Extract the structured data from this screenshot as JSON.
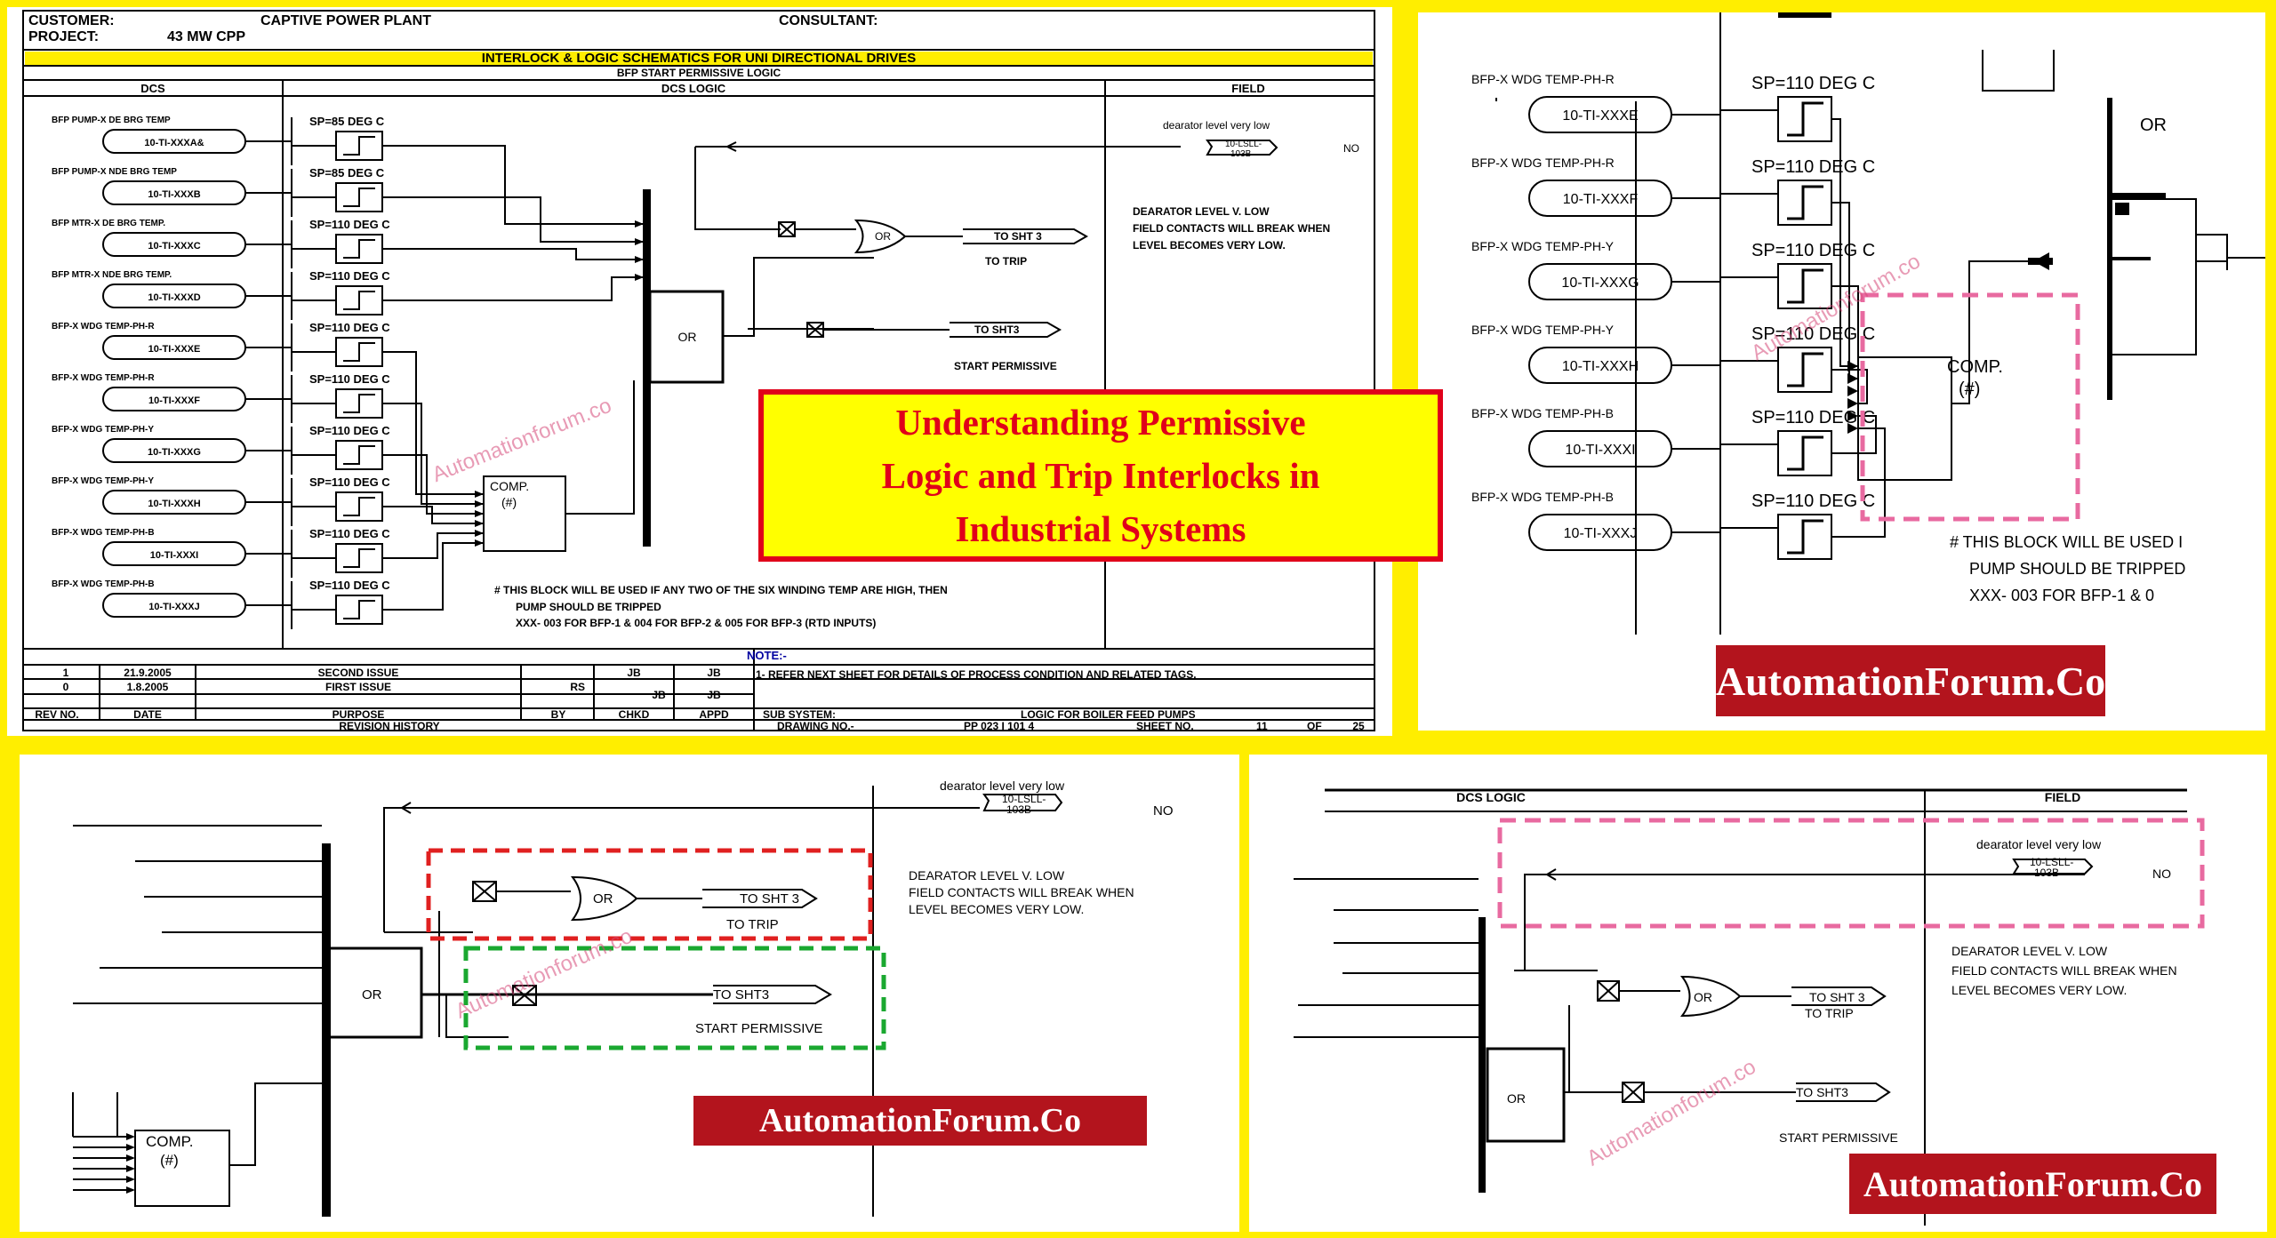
{
  "title": "Understanding Permissive\nLogic and Trip Interlocks in\nIndustrial Systems",
  "brand": "AutomationForum.Co",
  "watermark": "Automationforum.co",
  "colors": {
    "background": "#ffee00",
    "title_text": "#e0001a",
    "brand_bg": "#b3141d",
    "red_box": "#e02020",
    "green_box": "#1aa830",
    "pink_box": "#e86aa0"
  },
  "sheet": {
    "customer_label": "CUSTOMER:",
    "customer_value": "CAPTIVE POWER PLANT",
    "consultant_label": "CONSULTANT:",
    "project_label": "PROJECT:",
    "project_value": "43 MW CPP",
    "band_title": "INTERLOCK & LOGIC SCHEMATICS FOR UNI DIRECTIONAL DRIVES",
    "subtitle": "BFP START PERMISSIVE LOGIC",
    "col_dcs": "DCS",
    "col_dcs_logic": "DCS LOGIC",
    "col_field": "FIELD",
    "inputs": [
      {
        "label": "BFP PUMP-X DE BRG TEMP",
        "tag": "10-TI-XXXA&",
        "sp": "SP=85 DEG C"
      },
      {
        "label": "BFP PUMP-X NDE BRG TEMP",
        "tag": "10-TI-XXXB",
        "sp": "SP=85 DEG C"
      },
      {
        "label": "BFP MTR-X DE BRG TEMP.",
        "tag": "10-TI-XXXC",
        "sp": "SP=110 DEG C"
      },
      {
        "label": "BFP MTR-X NDE BRG TEMP.",
        "tag": "10-TI-XXXD",
        "sp": "SP=110 DEG C"
      },
      {
        "label": "BFP-X WDG TEMP-PH-R",
        "tag": "10-TI-XXXE",
        "sp": "SP=110 DEG C"
      },
      {
        "label": "BFP-X WDG TEMP-PH-R",
        "tag": "10-TI-XXXF",
        "sp": "SP=110 DEG C"
      },
      {
        "label": "BFP-X WDG TEMP-PH-Y",
        "tag": "10-TI-XXXG",
        "sp": "SP=110 DEG C"
      },
      {
        "label": "BFP-X WDG TEMP-PH-Y",
        "tag": "10-TI-XXXH",
        "sp": "SP=110 DEG C"
      },
      {
        "label": "BFP-X WDG TEMP-PH-B",
        "tag": "10-TI-XXXI",
        "sp": "SP=110 DEG C"
      },
      {
        "label": "BFP-X WDG TEMP-PH-B",
        "tag": "10-TI-XXXJ",
        "sp": "SP=110 DEG C"
      }
    ],
    "or_label": "OR",
    "comp_label": "COMP.",
    "comp_sub": "(#)",
    "to_sht3_a": "TO SHT 3",
    "to_trip": "TO TRIP",
    "to_sht3_b": "TO SHT3",
    "start_permissive": "START PERMISSIVE",
    "field_top": "dearator level very low",
    "field_tag": "10-LSLL-",
    "field_tag2": "103B",
    "field_no": "NO",
    "field_note": [
      "DEARATOR LEVEL V. LOW",
      "FIELD CONTACTS WILL BREAK WHEN",
      "LEVEL BECOMES VERY LOW."
    ],
    "hash_note": [
      "#  THIS BLOCK WILL BE USED IF ANY TWO OF THE SIX WINDING TEMP ARE HIGH, THEN",
      "PUMP SHOULD BE TRIPPED",
      "XXX-      003 FOR BFP-1 & 004 FOR BFP-2  & 005 FOR BFP-3 (RTD INPUTS)"
    ],
    "note_head": "NOTE:-",
    "note_1": "1-   REFER NEXT SHEET FOR DETAILS OF PROCESS CONDITION AND RELATED TAGS.",
    "revisions": [
      {
        "rev": "1",
        "date": "21.9.2005",
        "purpose": "SECOND ISSUE",
        "by": "",
        "chkd": "JB",
        "appd": "JB"
      },
      {
        "rev": "0",
        "date": "1.8.2005",
        "purpose": "FIRST ISSUE",
        "by": "RS",
        "chkd": "JB",
        "appd": "JB"
      }
    ],
    "rev_headers": [
      "REV NO.",
      "DATE",
      "PURPOSE",
      "BY",
      "CHKD",
      "APPD"
    ],
    "revision_history": "REVISION HISTORY",
    "sub_system_label": "SUB SYSTEM:",
    "sub_system_value": "LOGIC FOR BOILER FEED PUMPS",
    "drawing_no_label": "DRAWING NO.-",
    "drawing_no_value": "PP 023 I 101 4",
    "sheet_no_label": "SHEET NO.",
    "sheet_no": "11",
    "of_label": "OF",
    "sheet_total": "25"
  },
  "zoom_right": {
    "or_label": "OR",
    "comp_label": "COMP.",
    "comp_sub": "(#)",
    "note": [
      "#  THIS BLOCK WILL BE USED I",
      "PUMP SHOULD BE TRIPPED",
      "XXX-      003 FOR BFP-1 & 0"
    ]
  },
  "bottom_right": {
    "col_dcs_logic": "DCS LOGIC",
    "col_field": "FIELD"
  }
}
